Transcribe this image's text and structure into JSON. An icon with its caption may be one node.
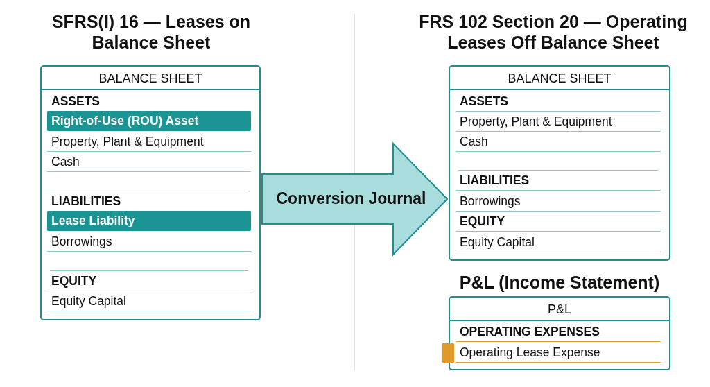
{
  "diagram": {
    "nodes": [
      {
        "text": [
          "SFRS(I) 16 — Leases on Balance Sheet",
          "BALANCE SHEET"
        ]
      },
      {
        "text": [
          "ASSETS"
        ],
        "in": 0
      },
      {
        "text": [
          "Right-of-Use (ROU) Asset"
        ],
        "in": 0
      },
      {
        "text": [
          "Property, Plant & Equipment"
        ],
        "in": 0
      },
      {
        "text": [
          "Cash"
        ],
        "in": 0
      },
      {
        "text": [
          "LIABILITIES"
        ],
        "in": 0
      },
      {
        "text": [
          "Lease Liability"
        ],
        "in": 0
      },
      {
        "text": [
          "Borrowings"
        ],
        "in": 0
      },
      {
        "text": [
          "EQUITY"
        ],
        "in": 0
      },
      {
        "text": [
          "Equity Capital"
        ],
        "in": 0
      },
      {
        "text": [
          "FRS 102 Section 20 — Operating Leases Off Balance Sheet",
          "BALANCE SHEET"
        ]
      },
      {
        "text": [
          "ASSETS"
        ],
        "in": 10
      },
      {
        "text": [
          "Property, Plant & Equipment"
        ],
        "in": 10
      },
      {
        "text": [
          "Cash"
        ],
        "in": 10
      },
      {
        "text": [
          "LIABILITIES"
        ],
        "in": 10
      },
      {
        "text": [
          "Borrowings"
        ],
        "in": 10
      },
      {
        "text": [
          "EQUITY"
        ],
        "in": 10
      },
      {
        "text": [
          "Equity Capital"
        ],
        "in": 10
      },
      {
        "text": [
          "P&L (Income Statement)",
          "P&L"
        ]
      },
      {
        "text": [
          "OPERATING EXPENSES"
        ],
        "in": 18
      },
      {
        "text": [
          "Operating Lease Expense"
        ],
        "in": 18
      }
    ],
    "edges": [
      {
        "from": 0,
        "to": 10,
        "arrow": "to",
        "label": "Conversion Journal"
      }
    ]
  }
}
